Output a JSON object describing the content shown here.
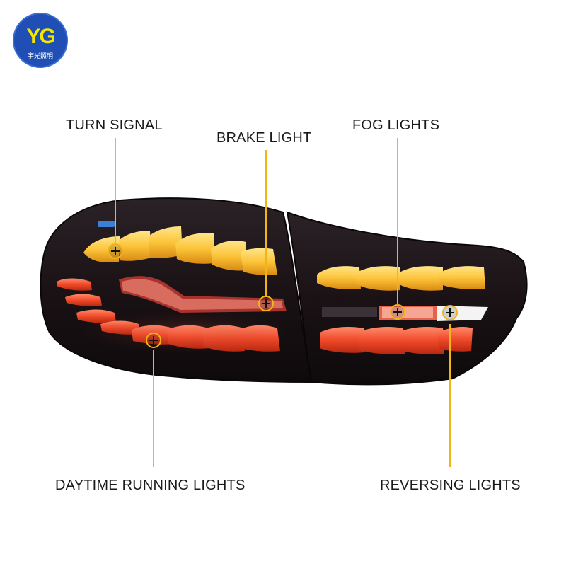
{
  "logo": {
    "mark": "YG",
    "text": "宇光照明"
  },
  "callouts": {
    "turn_signal": "TURN SIGNAL",
    "brake_light": "BRAKE LIGHT",
    "fog_lights": "FOG LIGHTS",
    "daytime_running_lights": "DAYTIME RUNNING LIGHTS",
    "reversing_lights": "REVERSING LIGHTS"
  },
  "colors": {
    "callout_line": "#f2b516",
    "amber": "#f7b21a",
    "red": "#f04a2a",
    "housing": "#1c1417"
  }
}
